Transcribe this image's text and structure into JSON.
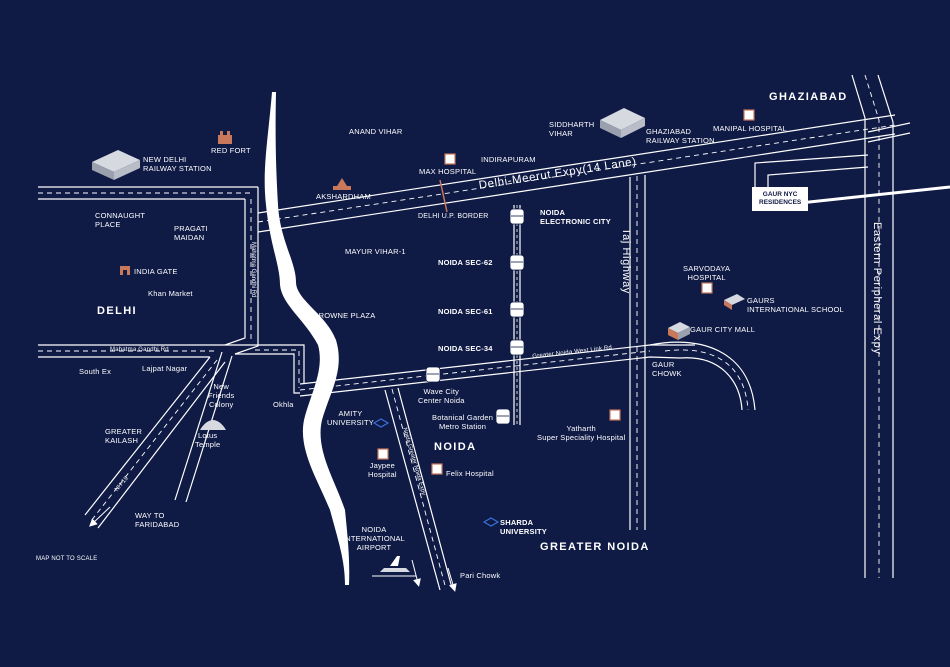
{
  "regions": {
    "delhi": "DELHI",
    "noida": "NOIDA",
    "ghaziabad": "GHAZIABAD",
    "greater_noida": "GREATER NOIDA"
  },
  "roads": {
    "delhi_meerut": "Delhi-Meerut Expy(14 Lane)",
    "taj_highway": "Taj Highway",
    "eastern_peripheral": "Eastern Peripheral Expy",
    "mahatma_gandhi_h": "Mahatma Gandhi Rd",
    "mahatma_gandhi_v": "Mahatma Gandhi Rd",
    "greater_noida_west": "Greater Noida West Link Rd",
    "noida_greater_noida": "Noida Greater Noida Expy",
    "nh19": "NH-19"
  },
  "places": {
    "new_delhi_station": "NEW DELHI\nRAILWAY STATION",
    "red_fort": "RED FORT",
    "anand_vihar": "ANAND VIHAR",
    "max_hospital": "MAX HOSPITAL",
    "indirapuram": "INDIRAPURAM",
    "akshardham": "AKSHARDHAM",
    "delhi_up_border": "DELHI U.P. BORDER",
    "connaught_place": "CONNAUGHT\nPLACE",
    "pragati_maidan": "PRAGATI\nMAIDAN",
    "mayur_vihar": "MAYUR VIHAR-1",
    "india_gate": "INDIA GATE",
    "khan_market": "Khan Market",
    "crowne_plaza": "CROWNE PLAZA",
    "south_ex": "South Ex",
    "lajpat_nagar": "Lajpat Nagar",
    "new_friends_colony": "New\nFriends\nColony",
    "okhla": "Okhla",
    "greater_kailash": "GREATER\nKAILASH",
    "lotus_temple": "Lotus\nTemple",
    "way_to_faridabad": "WAY TO\nFARIDABAD",
    "siddharth_vihar": "SIDDHARTH\nVIHAR",
    "ghaziabad_station": "GHAZIABAD\nRAILWAY STATION",
    "manipal_hospital": "MANIPAL HOSPITAL",
    "noida_electronic_city": "NOIDA\nELECTRONIC CITY",
    "noida_sec_62": "NOIDA SEC-62",
    "noida_sec_61": "NOIDA SEC-61",
    "noida_sec_34": "NOIDA SEC-34",
    "wave_city": "Wave City\nCenter Noida",
    "botanical_garden": "Botanical Garden\nMetro Station",
    "amity_university": "AMITY\nUNIVERSITY",
    "jaypee_hospital": "Jaypee\nHospital",
    "felix_hospital": "Felix Hospital",
    "noida_airport": "NOIDA\nINTERNATIONAL\nAIRPORT",
    "pari_chowk": "Pari Chowk",
    "sharda_university": "SHARDA\nUNIVERSITY",
    "yatharth_hospital": "Yatharth\nSuper Speciality Hospital",
    "sarvodaya_hospital": "SARVODAYA\nHOSPITAL",
    "gaurs_school": "GAURS\nINTERNATIONAL SCHOOL",
    "gaur_city_mall": "GAUR CITY MALL",
    "gaur_chowk": "GAUR\nCHOWK"
  },
  "project": {
    "name": "GAUR NYC\nRESIDENCES"
  },
  "note": "MAP NOT TO SCALE",
  "colors": {
    "background": "#0f1a45",
    "road": "#ffffff",
    "icon_accent": "#c9785b",
    "icon_blue": "#3a6fd8"
  }
}
